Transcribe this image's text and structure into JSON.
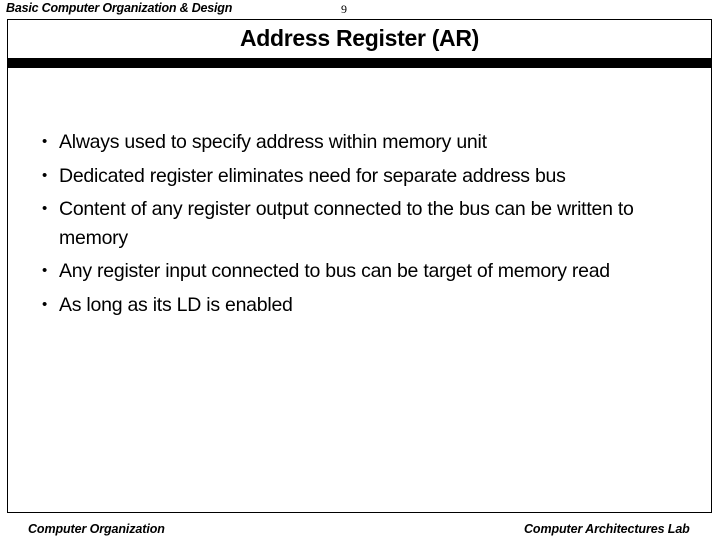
{
  "header": {
    "course_title": "Basic Computer Organization & Design",
    "page_number": "9"
  },
  "slide": {
    "title": "Address Register (AR)",
    "bullet_marker": "•",
    "bullets": [
      {
        "text": "Always used to specify address within memory unit"
      },
      {
        "text": "Dedicated register eliminates need for separate address bus"
      },
      {
        "text": "Content of any register output connected to the bus can be written to memory"
      },
      {
        "text": "Any register input connected to bus can be target of memory read"
      },
      {
        "text": "As long as its LD is enabled"
      }
    ]
  },
  "footer": {
    "left": "Computer Organization",
    "right": "Computer Architectures Lab"
  },
  "colors": {
    "text": "#000000",
    "background": "#ffffff",
    "rule": "#000000"
  }
}
